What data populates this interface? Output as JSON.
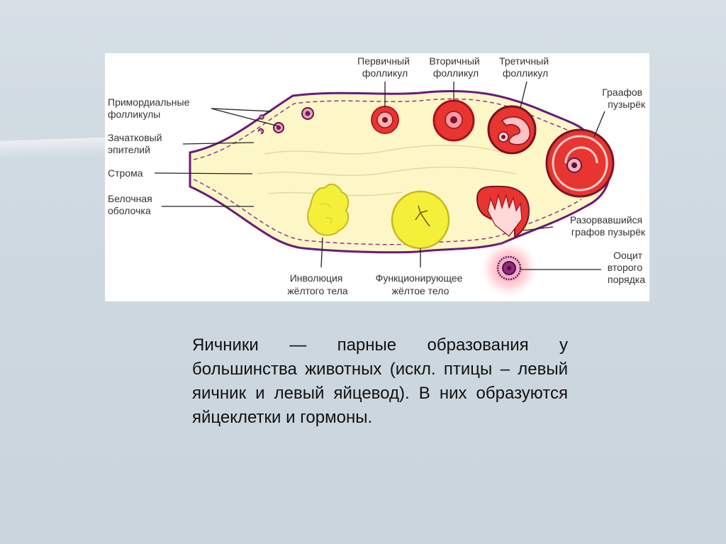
{
  "diagram": {
    "labels": {
      "primordial": [
        "Примордиальные",
        "фолликулы"
      ],
      "germinal": [
        "Зачатковый",
        "эпителий"
      ],
      "stroma": "Строма",
      "tunica": [
        "Белочная",
        "оболочка"
      ],
      "primary": [
        "Первичный",
        "фолликул"
      ],
      "secondary": [
        "Вторичный",
        "фолликул"
      ],
      "tertiary": [
        "Третичный",
        "фолликул"
      ],
      "graafian": [
        "Граафов",
        "пузырёк"
      ],
      "ruptured": [
        "Разорвавшийся",
        "графов пузырёк"
      ],
      "oocyte": [
        "Ооцит",
        "второго",
        "порядка"
      ],
      "involution": [
        "Инволюция",
        "жёлтого тела"
      ],
      "functioning": [
        "Функционирующее",
        "жёлтое тело"
      ]
    },
    "colors": {
      "stroma_fill": "#fdf7c8",
      "outline": "#6b1a78",
      "follicle_red": "#e8352f",
      "corpus_yellow": "#f4f03a"
    }
  },
  "caption": {
    "text": "Яичники — парные образования у большинства животных (искл. птицы – левый яичник и левый яйцевод). В них образуются яйцеклетки и гормоны."
  }
}
